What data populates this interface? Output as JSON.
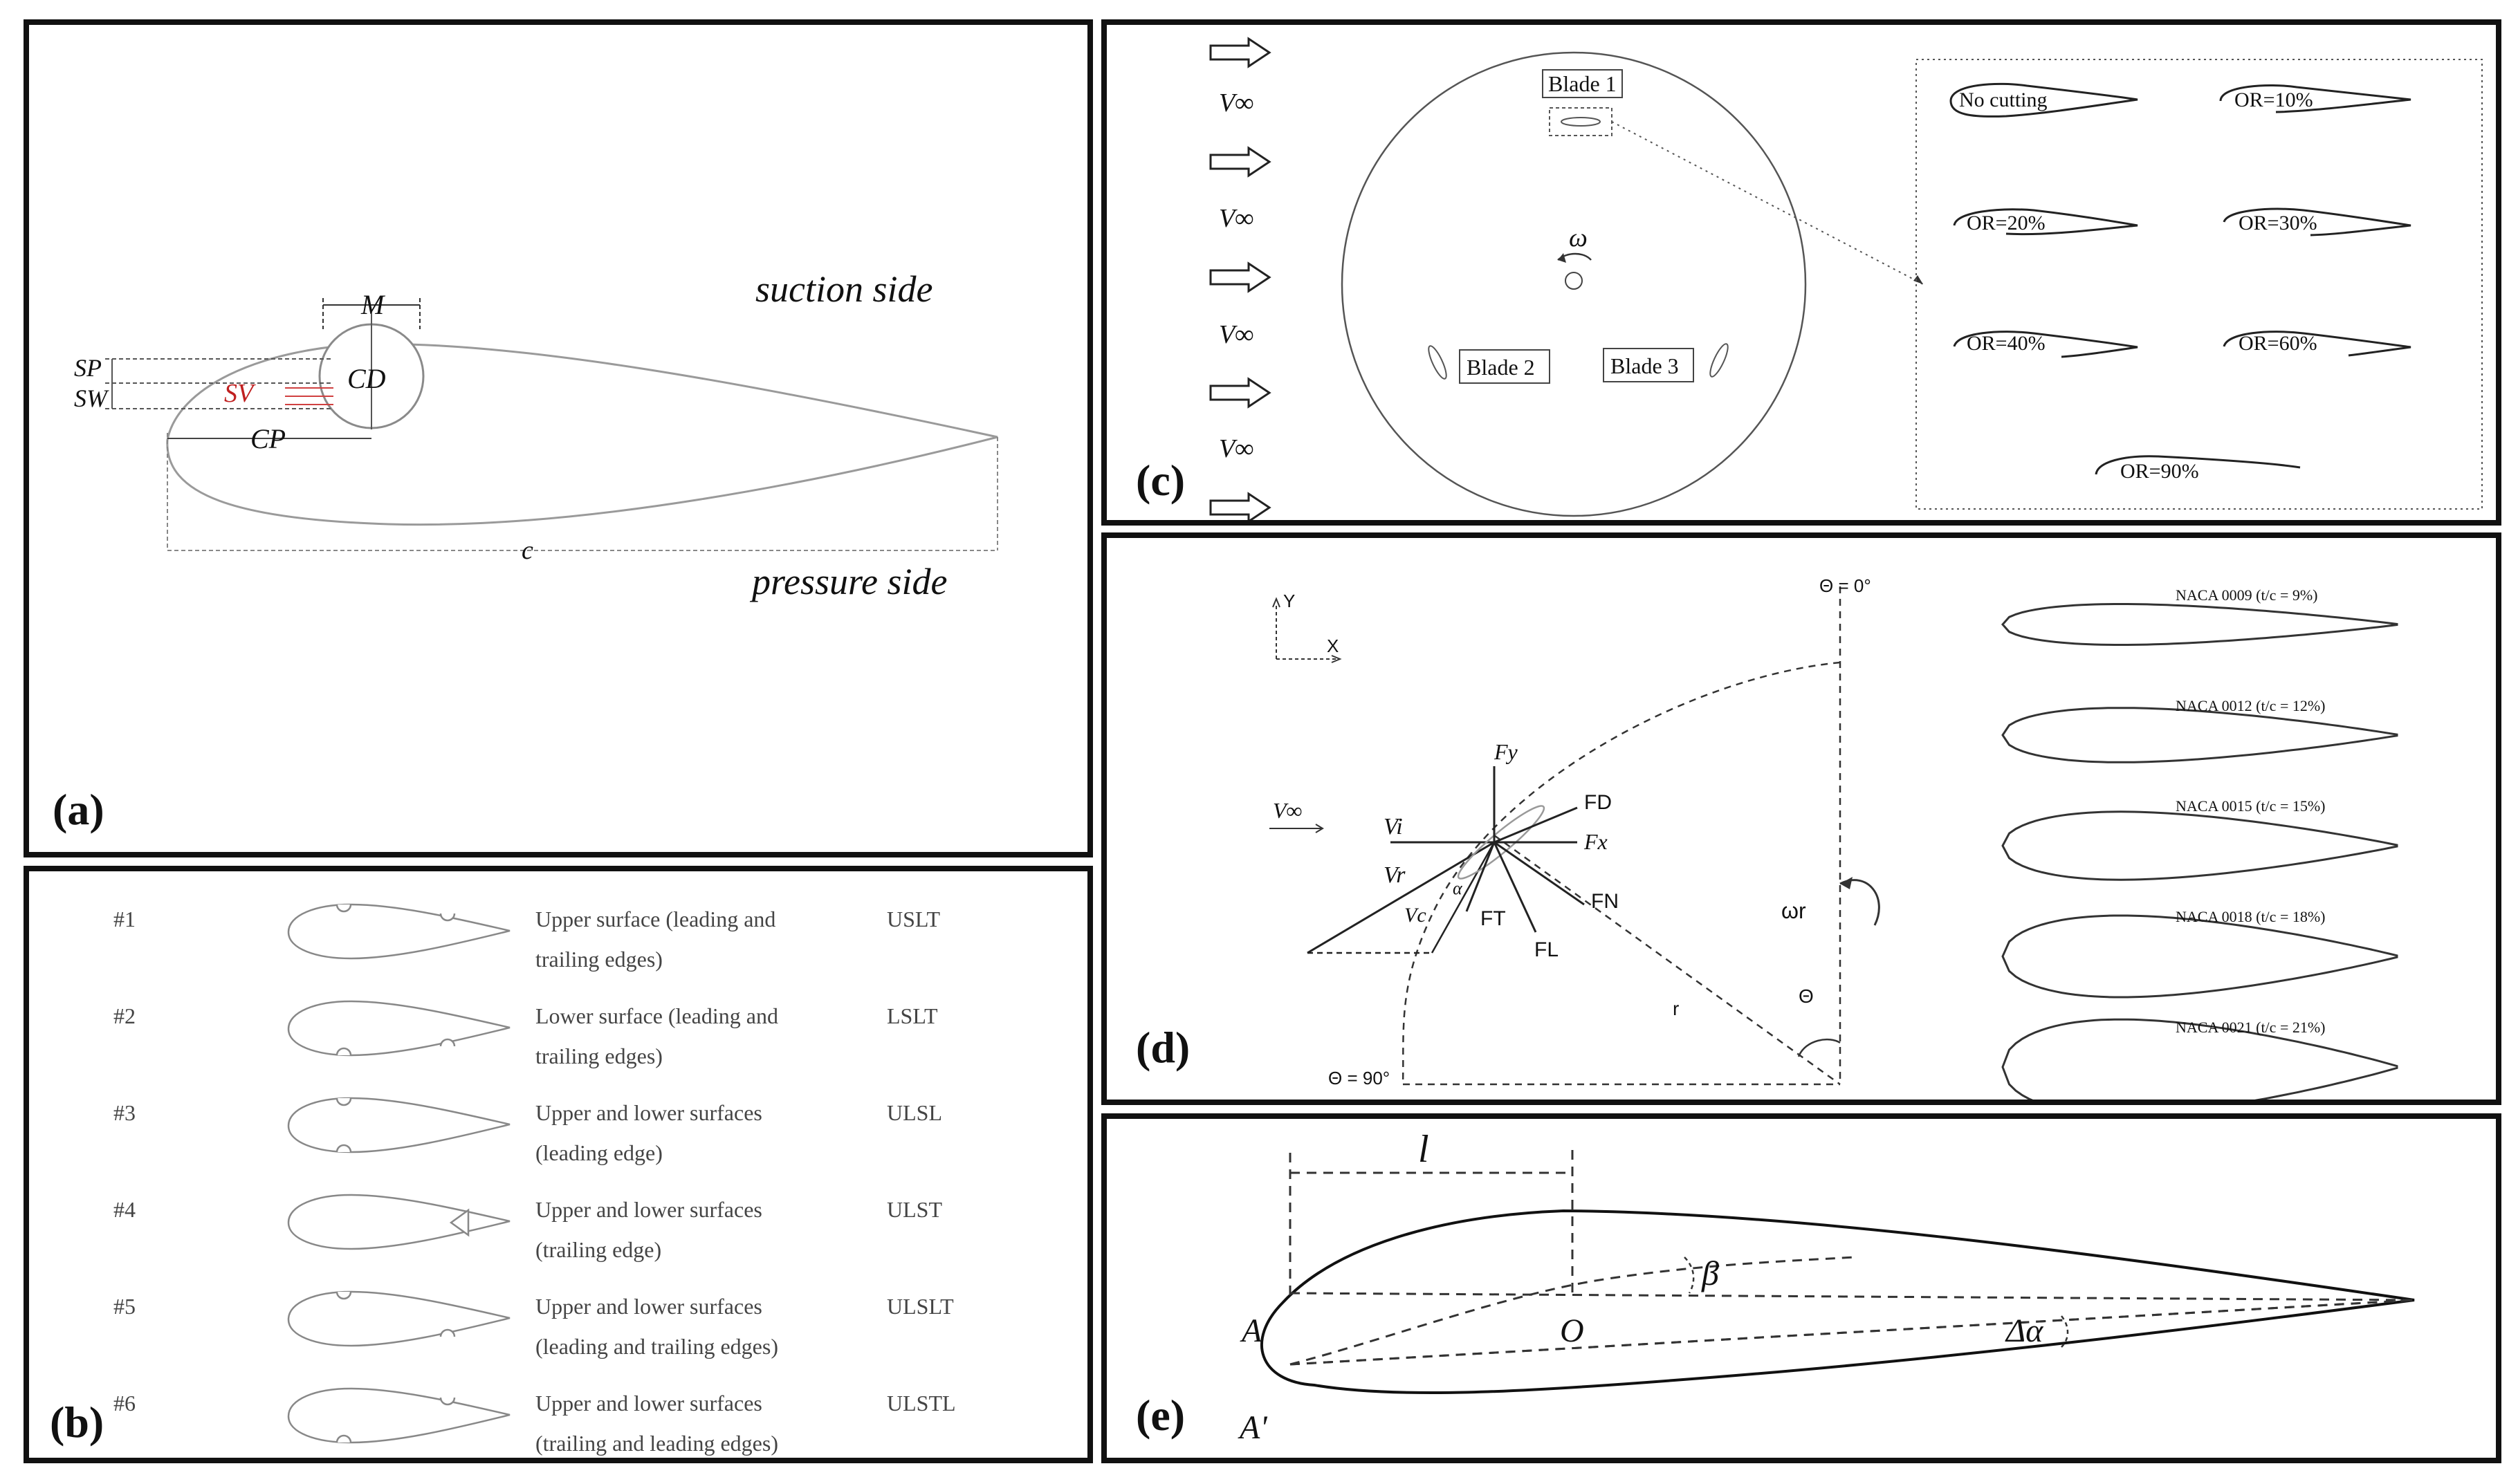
{
  "panel_a": {
    "label": "(a)",
    "suction_side": "suction side",
    "pressure_side": "pressure side",
    "dims": {
      "M": "M",
      "CD": "CD",
      "SP": "SP",
      "SW": "SW",
      "SV": "SV",
      "CP": "CP",
      "c": "c"
    }
  },
  "panel_b": {
    "label": "(b)",
    "rows": [
      {
        "num": "#1",
        "desc_line1": "Upper surface (leading and",
        "desc_line2": "trailing edges)",
        "code": "USLT"
      },
      {
        "num": "#2",
        "desc_line1": "Lower surface (leading and",
        "desc_line2": "trailing edges)",
        "code": "LSLT"
      },
      {
        "num": "#3",
        "desc_line1": "Upper and lower surfaces",
        "desc_line2": "(leading edge)",
        "code": "ULSL"
      },
      {
        "num": "#4",
        "desc_line1": "Upper and lower surfaces",
        "desc_line2": "(trailing edge)",
        "code": "ULST"
      },
      {
        "num": "#5",
        "desc_line1": "Upper and lower surfaces",
        "desc_line2": "(leading and trailing edges)",
        "code": "ULSLT"
      },
      {
        "num": "#6",
        "desc_line1": "Upper and lower surfaces",
        "desc_line2": "(trailing and leading edges)",
        "code": "ULSTL"
      }
    ]
  },
  "panel_c": {
    "label": "(c)",
    "v_inf": "V∞",
    "omega": "ω",
    "blade1": "Blade 1",
    "blade2": "Blade 2",
    "blade3": "Blade 3",
    "profiles": [
      "No cutting",
      "OR=10%",
      "OR=20%",
      "OR=30%",
      "OR=40%",
      "OR=60%",
      "OR=90%"
    ]
  },
  "panel_d": {
    "label": "(d)",
    "axis_y": "Y",
    "axis_x": "X",
    "theta0": "Θ = 0°",
    "theta90": "Θ = 90°",
    "v_inf": "V∞",
    "vi": "Vi",
    "vr": "Vr",
    "vc": "Vc",
    "alpha": "α",
    "fy": "Fy",
    "fd": "FD",
    "fx": "Fx",
    "fn": "FN",
    "ft": "FT",
    "fl": "FL",
    "omega_r": "ωr",
    "r": "r",
    "theta": "Θ",
    "naca": [
      {
        "name": "NACA 0009 (t/c = 9%)",
        "t": 0.09
      },
      {
        "name": "NACA 0012 (t/c = 12%)",
        "t": 0.12
      },
      {
        "name": "NACA 0015 (t/c = 15%)",
        "t": 0.15
      },
      {
        "name": "NACA 0018 (t/c = 18%)",
        "t": 0.18
      },
      {
        "name": "NACA 0021 (t/c = 21%)",
        "t": 0.21
      }
    ]
  },
  "panel_e": {
    "label": "(e)",
    "l": "l",
    "A": "A",
    "A_prime": "A'",
    "O": "O",
    "beta": "β",
    "delta_alpha": "Δα"
  }
}
